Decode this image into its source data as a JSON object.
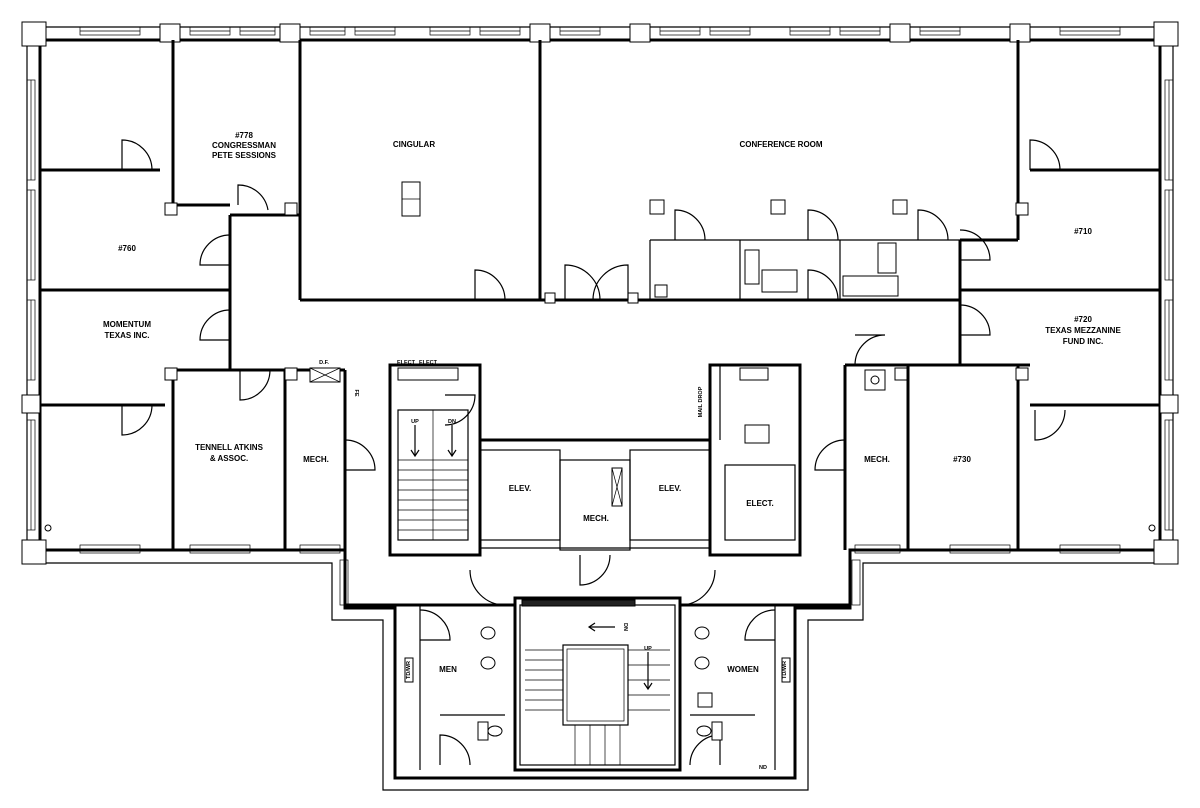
{
  "rooms": {
    "r778": "#778",
    "r778_l1": "CONGRESSMAN",
    "r778_l2": "PETE SESSIONS",
    "cingular": "CINGULAR",
    "conference": "CONFERENCE ROOM",
    "r760": "#760",
    "r710": "#710",
    "momentum_l1": "MOMENTUM",
    "momentum_l2": "TEXAS INC.",
    "r720": "#720",
    "r720_l1": "TEXAS MEZZANINE",
    "r720_l2": "FUND INC.",
    "tennell_l1": "TENNELL ATKINS",
    "tennell_l2": "& ASSOC.",
    "mech_left": "MECH.",
    "mech_center": "MECH.",
    "mech_right": "MECH.",
    "elev_left": "ELEV.",
    "elev_right": "ELEV.",
    "elect": "ELECT.",
    "r730": "#730",
    "men": "MEN",
    "women": "WOMEN"
  },
  "small_labels": {
    "df": "D.F.",
    "fe": "FE",
    "elect1": "ELECT",
    "elect2": "ELECT",
    "up_left": "UP",
    "dn_left": "DN",
    "dn_center": "DN",
    "up_center": "UP",
    "mail_drop": "MAIL DROP",
    "td_wr_left": "TD/WR",
    "td_wr_right": "TD/WR",
    "nd": "ND"
  }
}
